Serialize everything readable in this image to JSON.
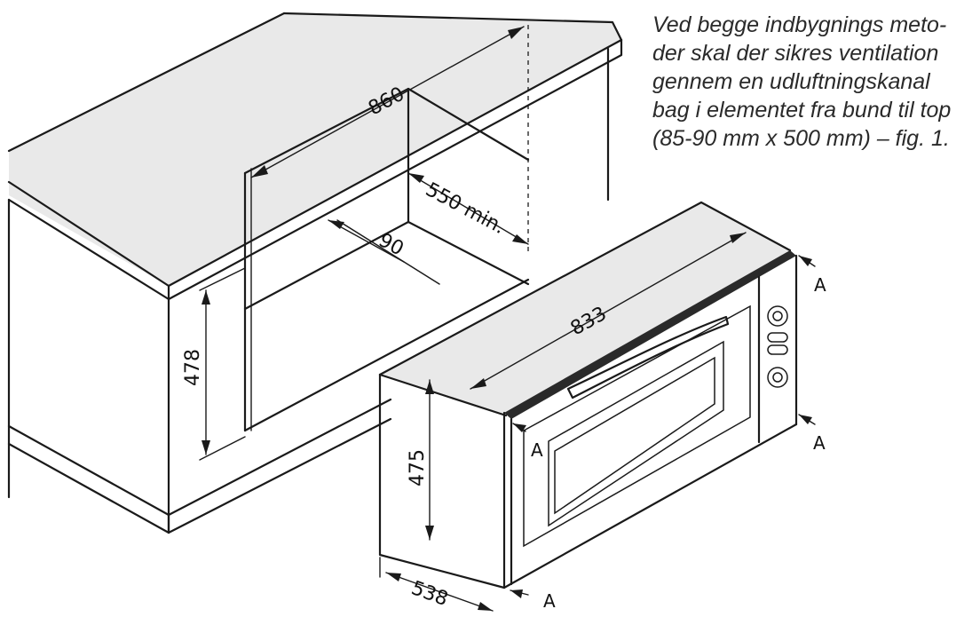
{
  "caption": {
    "lines": [
      "Ved begge indbygnings meto-",
      "der skal der sikres ventilation",
      "gennem en udluftningskanal",
      "bag i elementet fra bund til top",
      "(85-90 mm x 500 mm) – fig. 1."
    ]
  },
  "dimensions": {
    "cabinet_width": "860",
    "cabinet_depth": "550 min.",
    "vent_gap": "90",
    "cabinet_height": "478",
    "oven_width": "833",
    "oven_height": "475",
    "oven_depth": "538"
  },
  "section_mark": "A",
  "colors": {
    "line": "#1a1a1a",
    "caption": "#2a2a2a",
    "shade": "#e9e9e9"
  }
}
